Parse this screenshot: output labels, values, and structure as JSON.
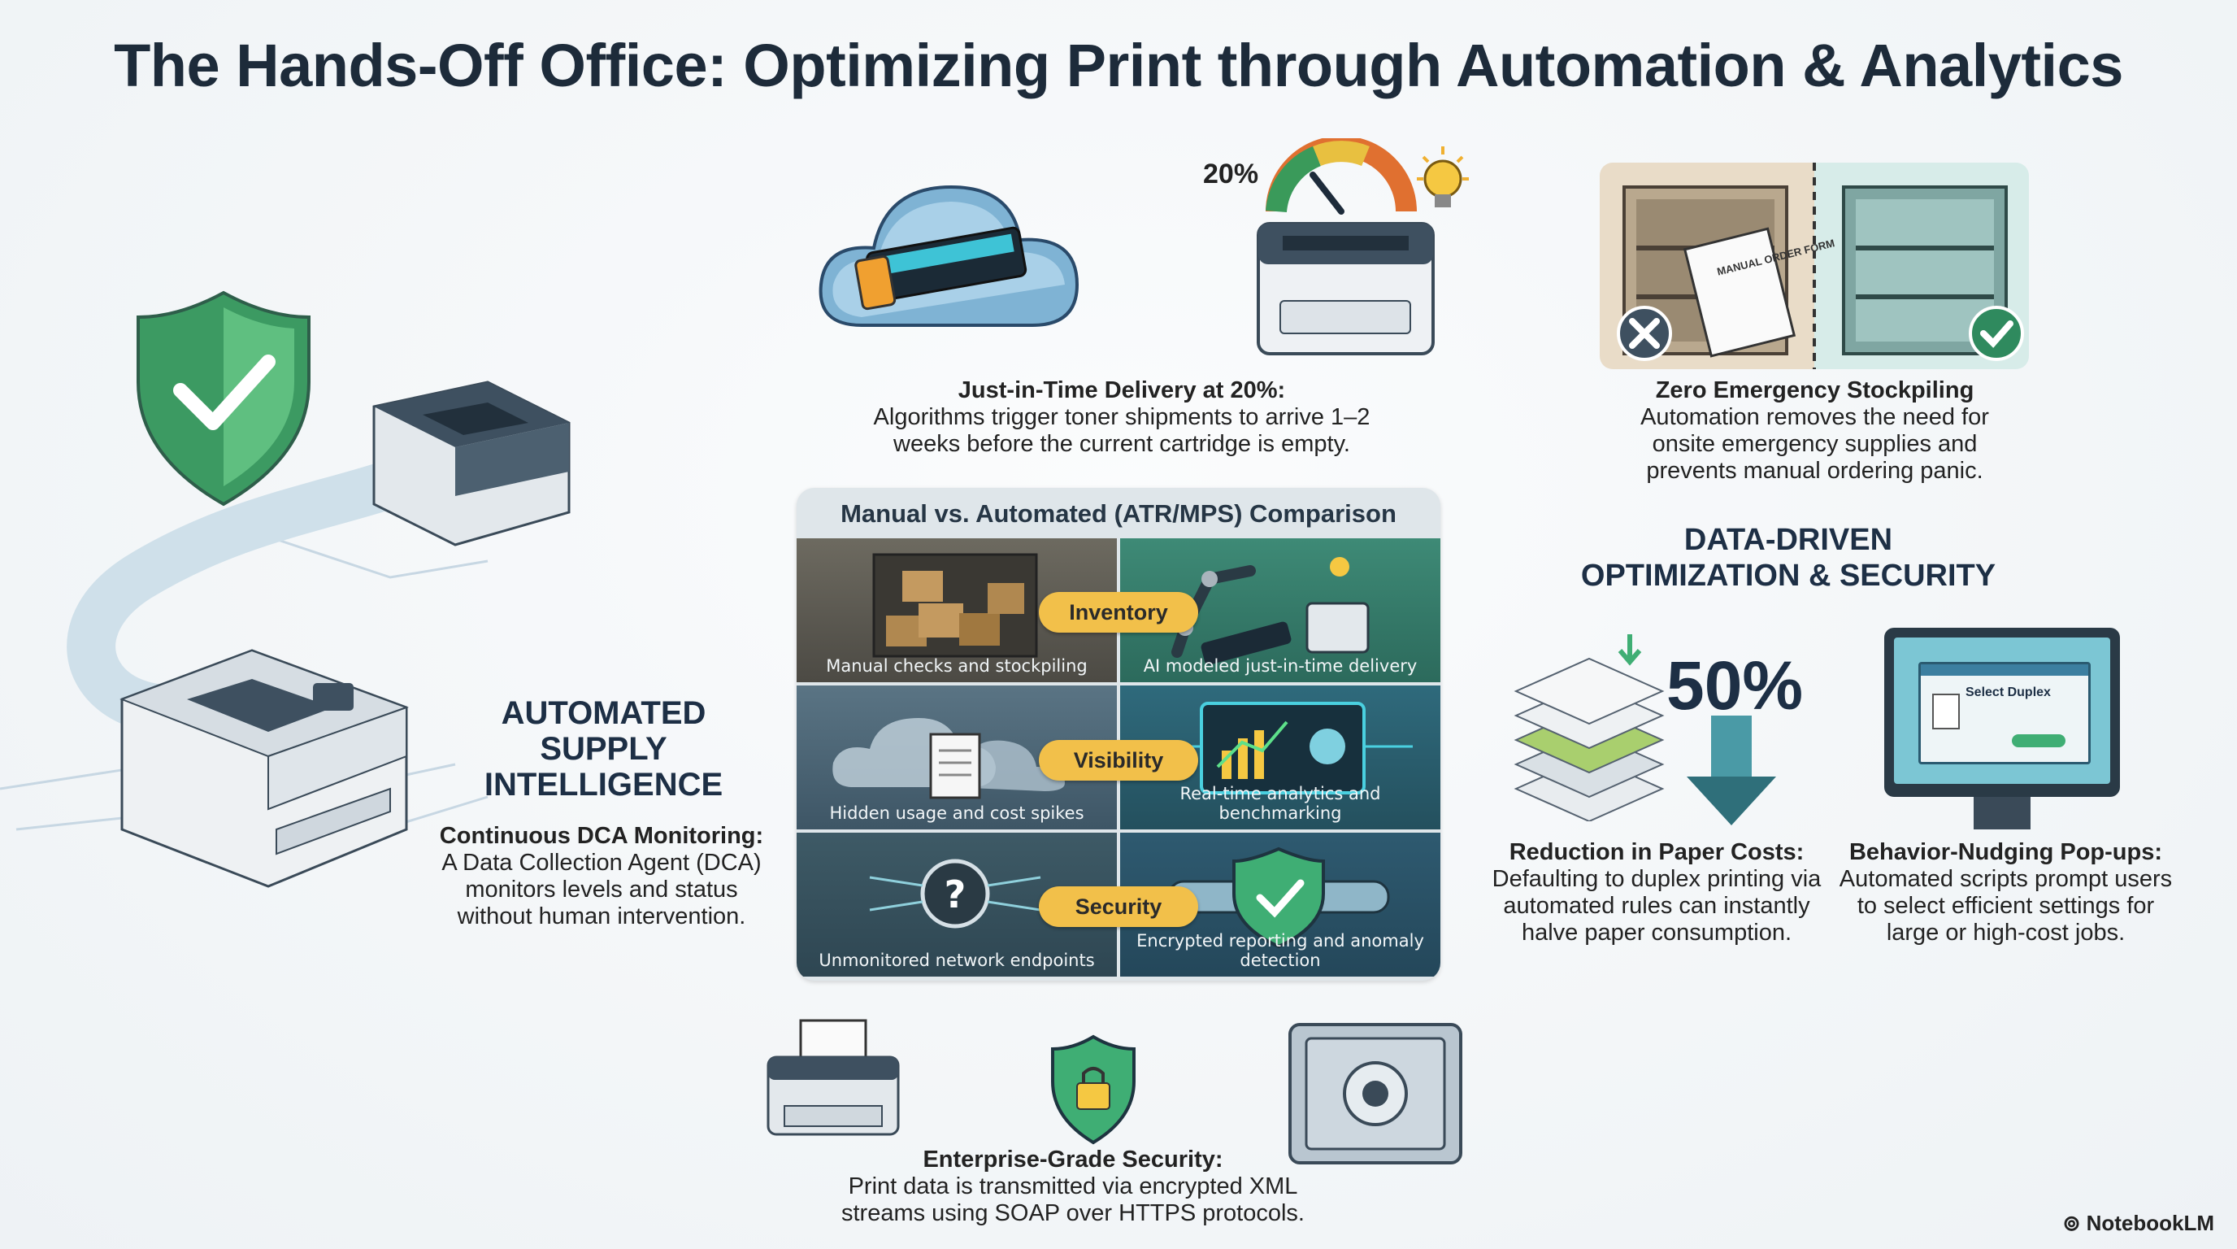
{
  "title": "The Hands-Off Office: Optimizing Print through Automation & Analytics",
  "colors": {
    "accent_gold": "#f2c04a",
    "shield_green": "#4caf6e",
    "navy": "#1d2b3a",
    "teal": "#2f7a86"
  },
  "left_section": {
    "heading_lines": [
      "AUTOMATED",
      "SUPPLY",
      "INTELLIGENCE"
    ],
    "caption_title": "Continuous DCA Monitoring:",
    "caption_lines": [
      "A Data Collection Agent (DCA)",
      "monitors levels and status",
      "without human intervention."
    ]
  },
  "jit": {
    "gauge_label": "20%",
    "caption_title": "Just-in-Time Delivery at 20%:",
    "caption_lines": [
      "Algorithms trigger toner shipments to arrive 1–2",
      "weeks before the current cartridge is empty."
    ]
  },
  "stockpile": {
    "form_text": "MANUAL ORDER FORM",
    "caption_title": "Zero Emergency Stockpiling",
    "caption_lines": [
      "Automation removes the need for",
      "onsite emergency supplies and",
      "prevents manual ordering panic."
    ]
  },
  "comparison": {
    "title": "Manual vs. Automated (ATR/MPS) Comparison",
    "rows": [
      {
        "category": "Inventory",
        "manual": "Manual checks and stockpiling",
        "automated": "AI modeled just-in-time delivery"
      },
      {
        "category": "Visibility",
        "manual": "Hidden usage and cost spikes",
        "automated": "Real-time analytics and benchmarking"
      },
      {
        "category": "Security",
        "manual": "Unmonitored network endpoints",
        "automated": "Encrypted reporting and anomaly detection"
      }
    ]
  },
  "right_section": {
    "heading_lines": [
      "DATA-DRIVEN",
      "OPTIMIZATION & SECURITY"
    ],
    "paper": {
      "stat": "50%",
      "caption_title": "Reduction in Paper Costs:",
      "caption_lines": [
        "Defaulting to duplex printing via",
        "automated rules can instantly",
        "halve paper consumption."
      ]
    },
    "nudge": {
      "popup_label": "Select Duplex",
      "caption_title": "Behavior-Nudging Pop-ups:",
      "caption_lines": [
        "Automated scripts prompt users",
        "to select efficient settings for",
        "large or high-cost jobs."
      ]
    }
  },
  "security_bottom": {
    "caption_title": "Enterprise-Grade Security:",
    "caption_lines": [
      "Print data is transmitted via encrypted XML",
      "streams using SOAP over HTTPS protocols."
    ]
  },
  "branding": "NotebookLM"
}
